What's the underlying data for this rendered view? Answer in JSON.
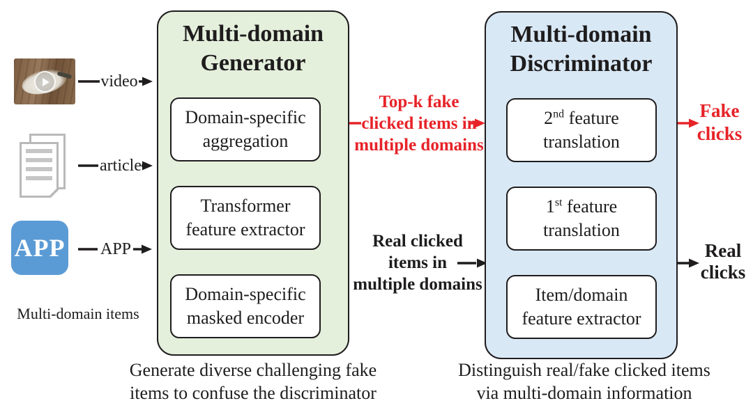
{
  "inputs": {
    "video": {
      "label": "video"
    },
    "article": {
      "label": "article"
    },
    "app": {
      "label": "APP",
      "icon_text": "APP"
    },
    "caption": "Multi-domain items"
  },
  "generator": {
    "title_line1": "Multi-domain",
    "title_line2": "Generator",
    "boxes": [
      {
        "line1": "Domain-specific",
        "line2": "aggregation"
      },
      {
        "line1": "Transformer",
        "line2": "feature extractor"
      },
      {
        "line1": "Domain-specific",
        "line2": "masked encoder"
      }
    ]
  },
  "discriminator": {
    "title_line1": "Multi-domain",
    "title_line2": "Discriminator",
    "boxes": [
      {
        "prefix": "2",
        "sup": "nd",
        "rest": " feature",
        "line2": "translation"
      },
      {
        "prefix": "1",
        "sup": "st",
        "rest": " feature",
        "line2": "translation"
      },
      {
        "line1": "Item/domain",
        "line2": "feature extractor"
      }
    ]
  },
  "flows": {
    "fake_items": {
      "line1": "Top-k fake",
      "line2": "clicked items in",
      "line3": "multiple domains"
    },
    "real_items": {
      "line1": "Real clicked",
      "line2": "items in",
      "line3": "multiple domains"
    },
    "fake_clicks": {
      "line1": "Fake",
      "line2": "clicks"
    },
    "real_clicks": {
      "line1": "Real",
      "line2": "clicks"
    }
  },
  "captions": {
    "generator": {
      "line1": "Generate diverse challenging fake",
      "line2": "items to confuse the discriminator"
    },
    "discriminator": {
      "line1": "Distinguish real/fake clicked items",
      "line2": "via multi-domain information"
    }
  },
  "colors": {
    "ink": "#1e1c1d",
    "red": "#e62328",
    "generator_fill": "#e4efdc",
    "discriminator_fill": "#d9e8f5",
    "app_blue": "#5b9bd5",
    "icon_gray": "#b9b9b9",
    "page_bg": "#ffffff"
  }
}
